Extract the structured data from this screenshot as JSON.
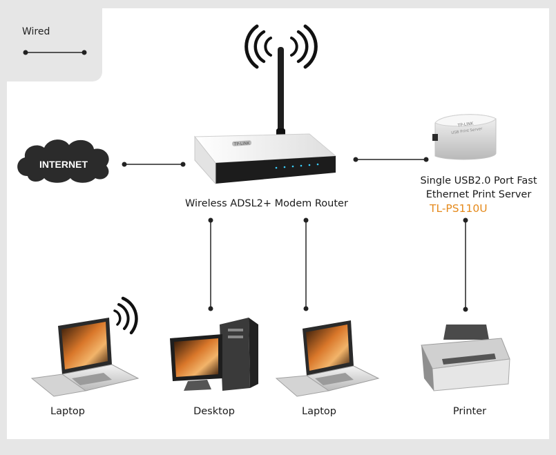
{
  "legend": {
    "label": "Wired"
  },
  "internet": {
    "label": "INTERNET"
  },
  "router": {
    "brand": "TP-LINK",
    "caption": "Wireless ADSL2+ Modem Router"
  },
  "print_server": {
    "brand": "TP-LINK",
    "body_text": "USB Print Server",
    "caption_line1": "Single USB2.0 Port Fast",
    "caption_line2": "Ethernet Print Server",
    "model": "TL-PS110U"
  },
  "devices": {
    "laptop_wireless": "Laptop",
    "desktop": "Desktop",
    "laptop_wired": "Laptop",
    "printer": "Printer"
  },
  "colors": {
    "background": "#e6e6e6",
    "line": "#222222",
    "model_accent": "#e58a1c",
    "screen_orange": "#d9772a"
  }
}
